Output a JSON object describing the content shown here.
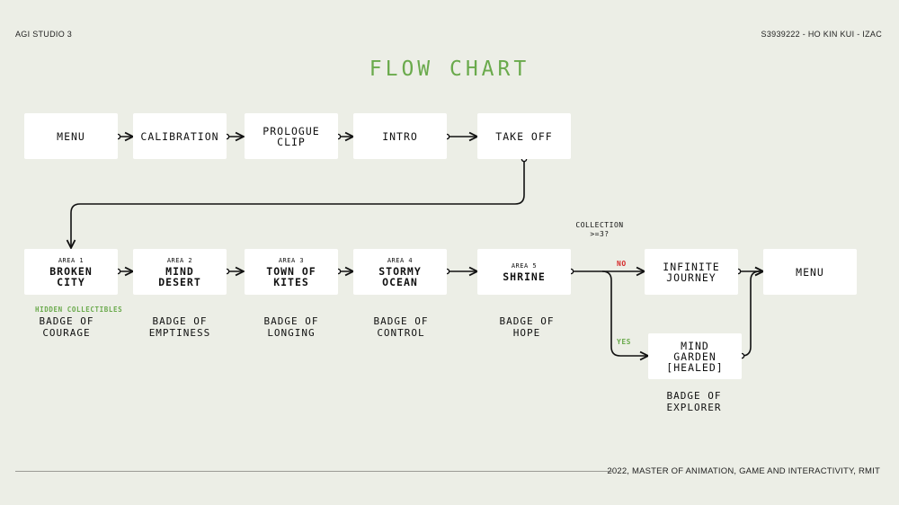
{
  "header": {
    "left": "AGI STUDIO 3",
    "right": "S3939222 - HO KIN KUI - IZAC"
  },
  "title": "FLOW CHART",
  "nodes": {
    "menu": "MENU",
    "calibration": "CALIBRATION",
    "prologue": "PROLOGUE\nCLIP",
    "intro": "INTRO",
    "takeoff": "TAKE OFF",
    "area1": {
      "area": "AREA 1",
      "name": "BROKEN\nCITY"
    },
    "area2": {
      "area": "AREA 2",
      "name": "MIND\nDESERT"
    },
    "area3": {
      "area": "AREA 3",
      "name": "TOWN OF\nKITES"
    },
    "area4": {
      "area": "AREA 4",
      "name": "STORMY\nOCEAN"
    },
    "area5": {
      "area": "AREA 5",
      "name": "SHRINE"
    },
    "infinite": "INFINITE\nJOURNEY",
    "menu_end": "MENU",
    "mind_garden": "MIND\nGARDEN\n[HEALED]"
  },
  "hidden_collectibles": "HIDDEN COLLECTIBLES",
  "badges": {
    "b1": "BADGE OF\nCOURAGE",
    "b2": "BADGE OF\nEMPTINESS",
    "b3": "BADGE OF\nLONGING",
    "b4": "BADGE OF\nCONTROL",
    "b5": "BADGE OF\nHOPE",
    "b6": "BADGE OF\nEXPLORER"
  },
  "decision": {
    "question": "COLLECTION\n>=3?",
    "no": "NO",
    "yes": "YES"
  },
  "colors": {
    "accent_green": "#6aaa4c",
    "no_red": "#d62a2a",
    "background": "#eceee6"
  },
  "footer": "2022, MASTER OF ANIMATION, GAME AND INTERACTIVITY, RMIT"
}
